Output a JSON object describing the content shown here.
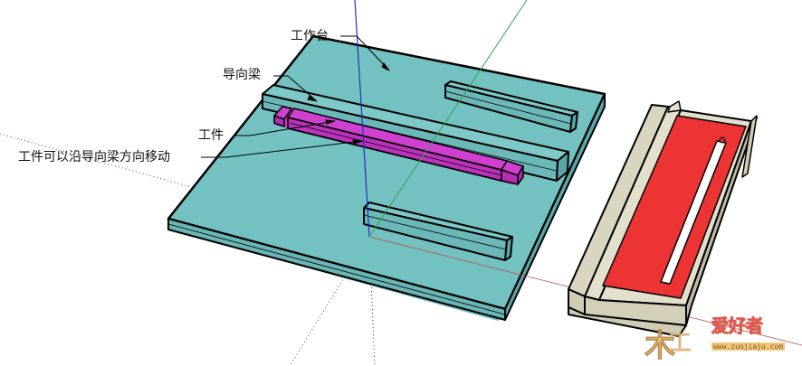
{
  "labels": {
    "workbench": "工作台",
    "guide_beam": "导向梁",
    "workpiece": "工件",
    "movement_note": "工件可以沿导向梁方向移动"
  },
  "watermark": {
    "logo_char": "木工",
    "brand_text": "爱好者",
    "url": "www.zuojiaju.com"
  },
  "colors": {
    "workbench": "#72bfbf",
    "workpiece": "#c837c8",
    "red_panel": "#ec3434",
    "beige_frame": "#dcd8c4",
    "outline": "#000000",
    "axis_blue": "#2030c8",
    "axis_green": "#2aa84a",
    "axis_red": "#c04040"
  }
}
